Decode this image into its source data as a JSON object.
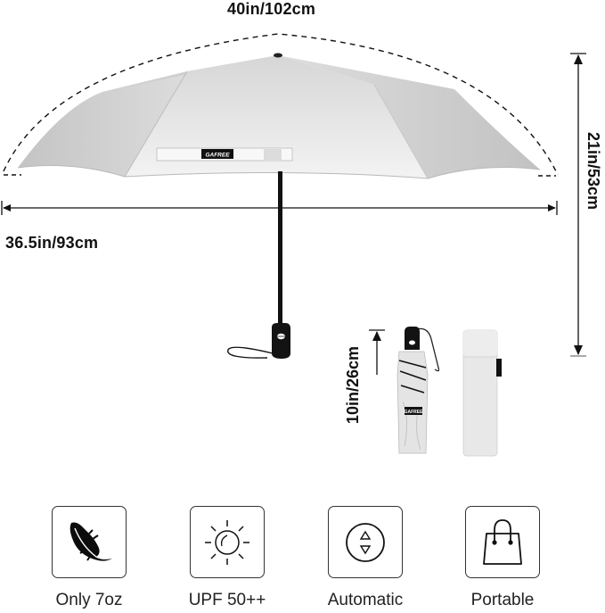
{
  "dimensions": {
    "arc_length": "40in/102cm",
    "open_width": "36.5in/93cm",
    "open_height": "21in/53cm",
    "folded_length": "10in/26cm"
  },
  "brand": {
    "canopy_tag": "GAFREE",
    "folded_tag": "GAFREE"
  },
  "features": [
    {
      "icon": "feather-icon",
      "label": "Only 7oz"
    },
    {
      "icon": "sun-icon",
      "label": "UPF 50++"
    },
    {
      "icon": "auto-open-close-icon",
      "label": "Automatic"
    },
    {
      "icon": "bag-icon",
      "label": "Portable"
    }
  ],
  "colors": {
    "canopy": "#e6e6e6",
    "canopy_shadow": "#c9c9c9",
    "shaft": "#111111",
    "line": "#111111",
    "icon_border": "#333333"
  }
}
